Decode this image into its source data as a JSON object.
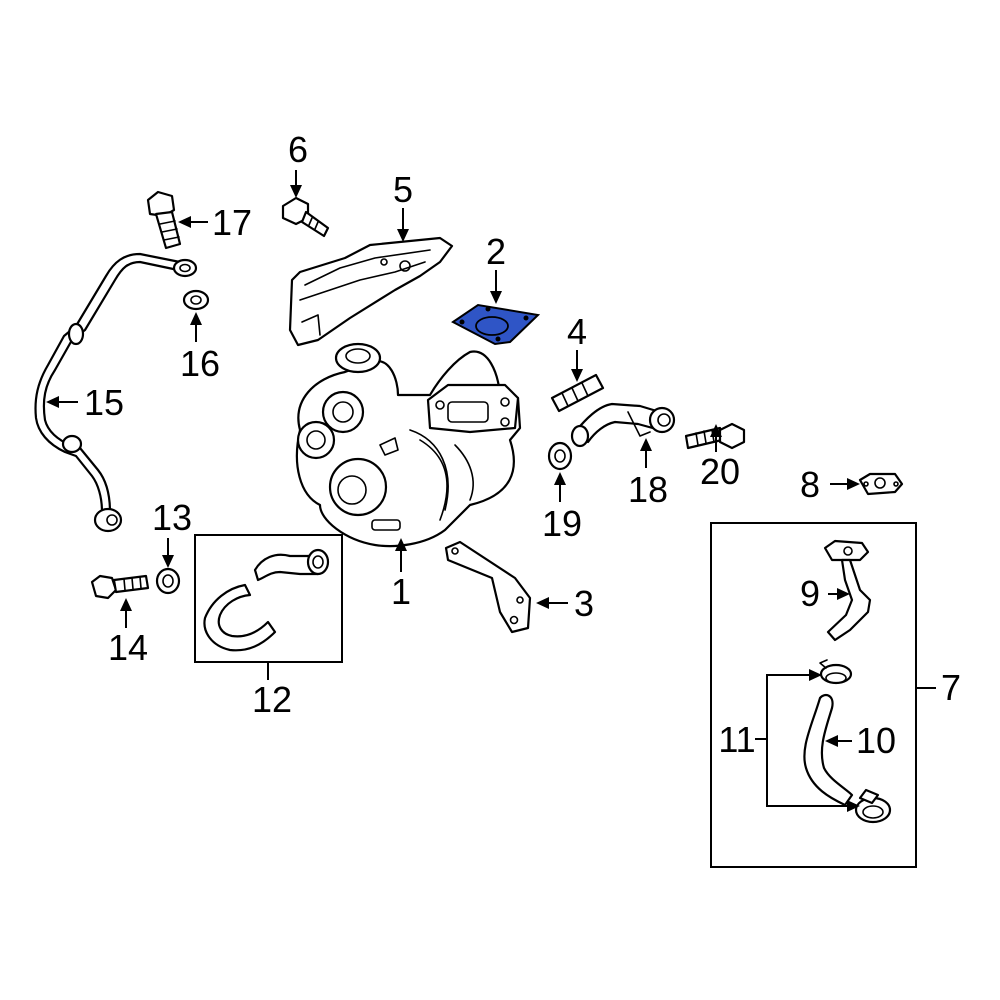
{
  "highlight_color": "#2f55c6",
  "line_color": "#000000",
  "callouts": {
    "c1": "1",
    "c2": "2",
    "c3": "3",
    "c4": "4",
    "c5": "5",
    "c6": "6",
    "c7": "7",
    "c8": "8",
    "c9": "9",
    "c10": "10",
    "c11": "11",
    "c12": "12",
    "c13": "13",
    "c14": "14",
    "c15": "15",
    "c16": "16",
    "c17": "17",
    "c18": "18",
    "c19": "19",
    "c20": "20"
  }
}
